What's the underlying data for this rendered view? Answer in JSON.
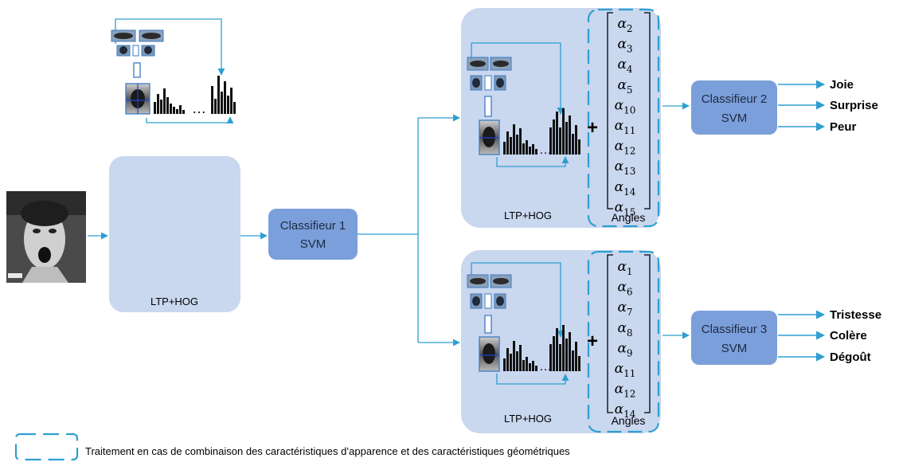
{
  "feature_label": "LTP+HOG",
  "classifiers": [
    {
      "name": "Classifieur 1",
      "method": "SVM"
    },
    {
      "name": "Classifieur 2",
      "method": "SVM"
    },
    {
      "name": "Classifieur 3",
      "method": "SVM"
    }
  ],
  "plus_sign": "+",
  "angles_label": "Angles",
  "angle_symbol": "α",
  "upper_angles": [
    "2",
    "3",
    "4",
    "5",
    "10",
    "11",
    "12",
    "13",
    "14",
    "15"
  ],
  "lower_angles": [
    "1",
    "6",
    "7",
    "8",
    "9",
    "11",
    "12",
    "14"
  ],
  "ellipsis": "…",
  "upper_outputs": [
    "Joie",
    "Surprise",
    "Peur"
  ],
  "lower_outputs": [
    "Tristesse",
    "Colère",
    "Dégoût"
  ],
  "legend_text": "Traitement en cas de combinaison des caractéristiques d’apparence et des caractéristiques géométriques"
}
